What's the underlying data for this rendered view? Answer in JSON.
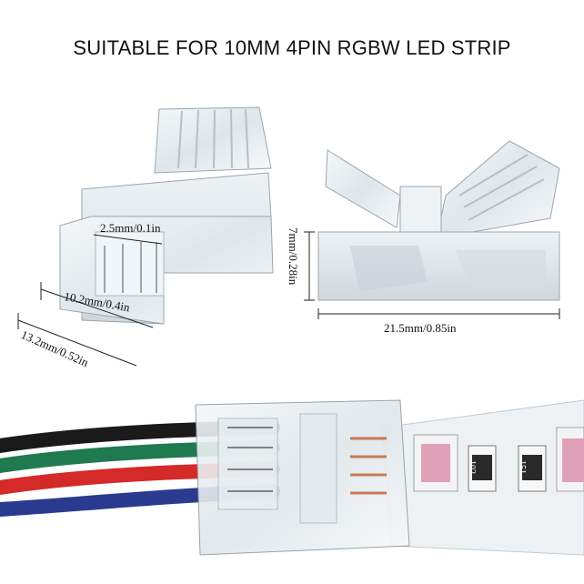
{
  "title": "SUITABLE FOR 10MM 4PIN RGBW LED STRIP",
  "dimensions": {
    "pitch": "2.5mm/0.1in",
    "inner_width": "10.2mm/0.4in",
    "outer_width": "13.2mm/0.52in",
    "height": "7mm/0.28in",
    "length": "21.5mm/0.85in"
  },
  "strip_labels": {
    "resistor_1": "102",
    "resistor_2": "151"
  },
  "colors": {
    "wire_black": "#1a1a1a",
    "wire_green": "#1f7a4f",
    "wire_red": "#d42a2a",
    "wire_blue": "#2a3b8f",
    "connector_clear": "#e6edf1"
  }
}
